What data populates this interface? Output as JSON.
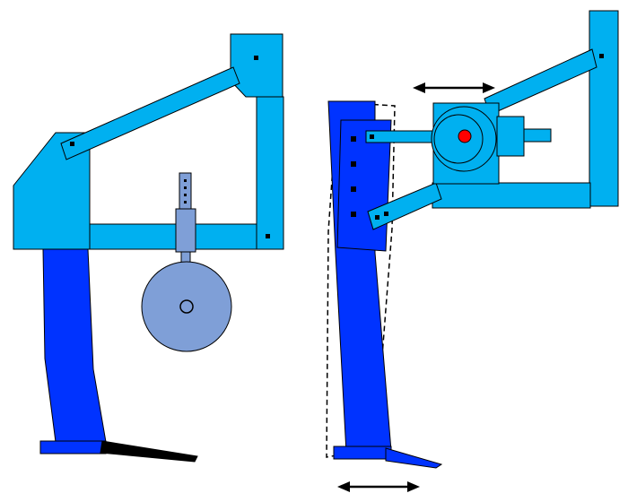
{
  "figure": {
    "type": "mechanical-schematic",
    "panels": [
      {
        "id": "left",
        "description_label": ""
      },
      {
        "id": "right",
        "description_label": ""
      }
    ]
  },
  "colors": {
    "frame_light_blue": "#00b0f0",
    "shank_dark_blue": "#0033ff",
    "steel_grey_blue": "#7f9fd7",
    "pivot_red": "#ff0000",
    "bolt_black": "#000000",
    "outline": "#000000",
    "background": "#ffffff"
  },
  "icons": {
    "motion_arrow": "double-headed-arrow",
    "bolt": "square-bolt",
    "pivot": "red-pivot-pin"
  }
}
